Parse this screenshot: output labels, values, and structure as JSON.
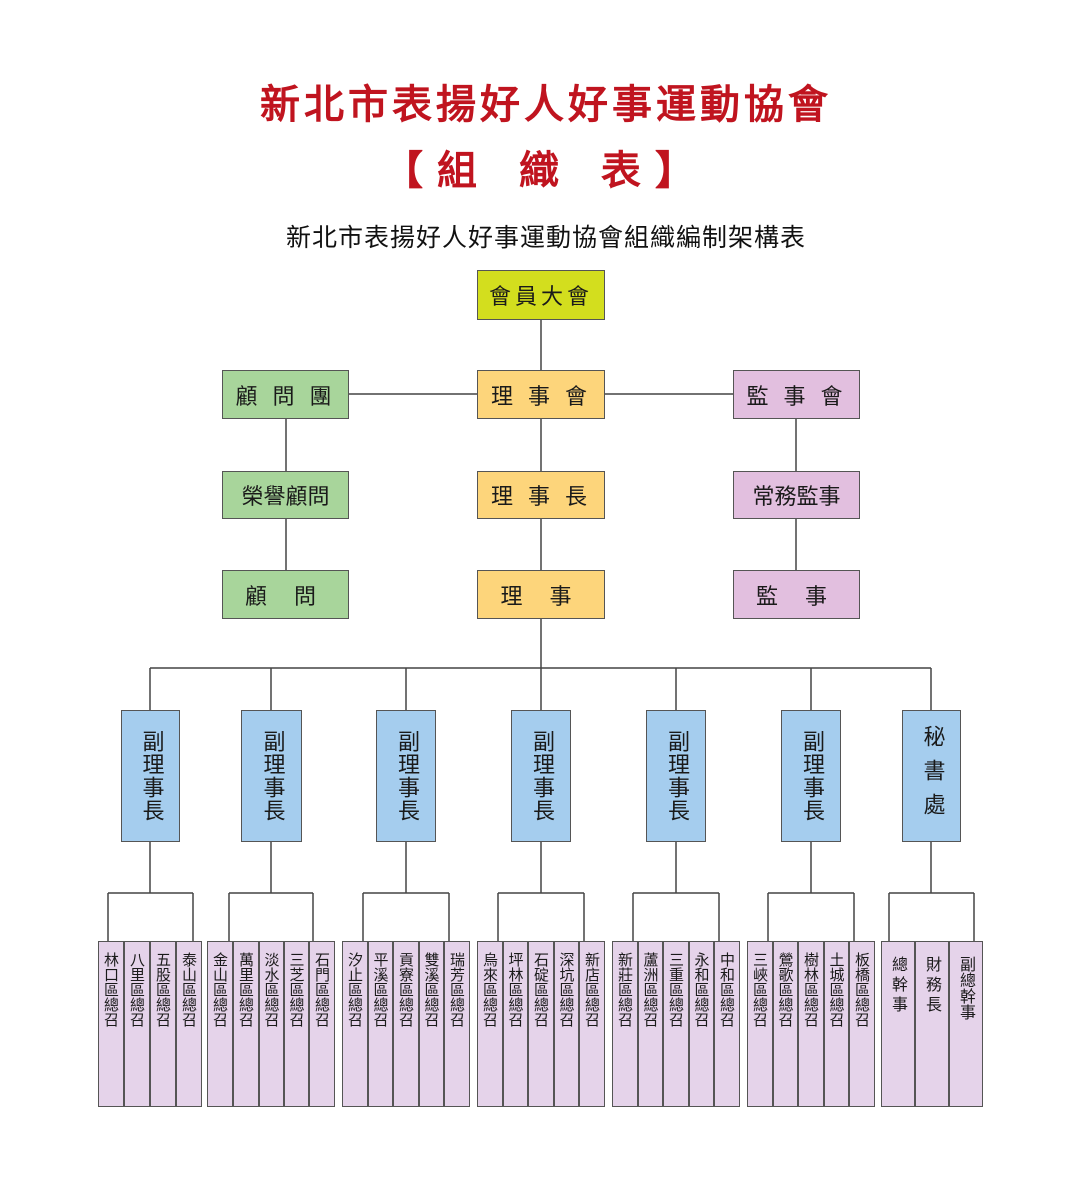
{
  "title": "新北市表揚好人好事運動協會",
  "subtitle": "【組 織 表】",
  "chart_title": "新北市表揚好人好事運動協會組織編制架構表",
  "colors": {
    "title_red": "#c0141f",
    "assembly": "#d3de1e",
    "board": "#fdd57b",
    "advisors": "#a8d59b",
    "supervisors": "#e2bfdf",
    "vice_chairs": "#a5cdee",
    "districts": "#e5d3ea"
  },
  "nodes": {
    "assembly": "會員大會",
    "board": "理 事 會",
    "chairman": "理 事 長",
    "directors": "理 事",
    "advisory_group": "顧 問 團",
    "honorary_advisor": "榮譽顧問",
    "advisor": "顧 問",
    "supervisory_board": "監 事 會",
    "standing_supervisor": "常務監事",
    "supervisor": "監 事"
  },
  "vice_chairs": [
    "副理事長",
    "副理事長",
    "副理事長",
    "副理事長",
    "副理事長",
    "副理事長",
    "秘書處"
  ],
  "district_groups": [
    [
      "林口區總召",
      "八里區總召",
      "五股區總召",
      "泰山區總召"
    ],
    [
      "金山區總召",
      "萬里區總召",
      "淡水區總召",
      "三芝區總召",
      "石門區總召"
    ],
    [
      "汐止區總召",
      "平溪區總召",
      "貢寮區總召",
      "雙溪區總召",
      "瑞芳區總召"
    ],
    [
      "烏來區總召",
      "坪林區總召",
      "石碇區總召",
      "深坑區總召",
      "新店區總召"
    ],
    [
      "新莊區總召",
      "蘆洲區總召",
      "三重區總召",
      "永和區總召",
      "中和區總召"
    ],
    [
      "三峽區總召",
      "鶯歌區總召",
      "樹林區總召",
      "土城區總召",
      "板橋區總召"
    ],
    [
      "總幹事",
      "財務長",
      "副總幹事"
    ]
  ]
}
